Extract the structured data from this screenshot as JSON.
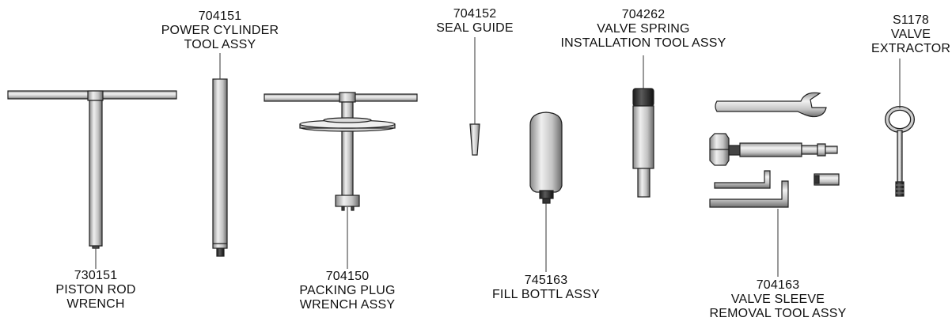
{
  "tools": [
    {
      "id": "piston-rod-wrench",
      "part_number": "730151",
      "lines": [
        "PISTON ROD",
        "WRENCH"
      ]
    },
    {
      "id": "power-cylinder-tool",
      "part_number": "704151",
      "lines": [
        "POWER CYLINDER",
        "TOOL ASSY"
      ]
    },
    {
      "id": "packing-plug-wrench",
      "part_number": "704150",
      "lines": [
        "PACKING PLUG",
        "WRENCH ASSY"
      ]
    },
    {
      "id": "seal-guide",
      "part_number": "704152",
      "lines": [
        "SEAL GUIDE"
      ]
    },
    {
      "id": "fill-bottle",
      "part_number": "745163",
      "lines": [
        "FILL BOTTL ASSY"
      ]
    },
    {
      "id": "valve-spring-tool",
      "part_number": "704262",
      "lines": [
        "VALVE SPRING",
        "INSTALLATION TOOL ASSY"
      ]
    },
    {
      "id": "valve-sleeve-removal-tool",
      "part_number": "704163",
      "lines": [
        "VALVE SLEEVE",
        "REMOVAL TOOL ASSY"
      ]
    },
    {
      "id": "valve-extractor",
      "part_number": "S1178",
      "lines": [
        "VALVE",
        "EXTRACTOR"
      ]
    }
  ],
  "colors": {
    "metal_light": "#e6e6e6",
    "metal_mid": "#b4b4b4",
    "metal_dark": "#6e6e6e",
    "outline": "#202020",
    "text": "#111111"
  }
}
